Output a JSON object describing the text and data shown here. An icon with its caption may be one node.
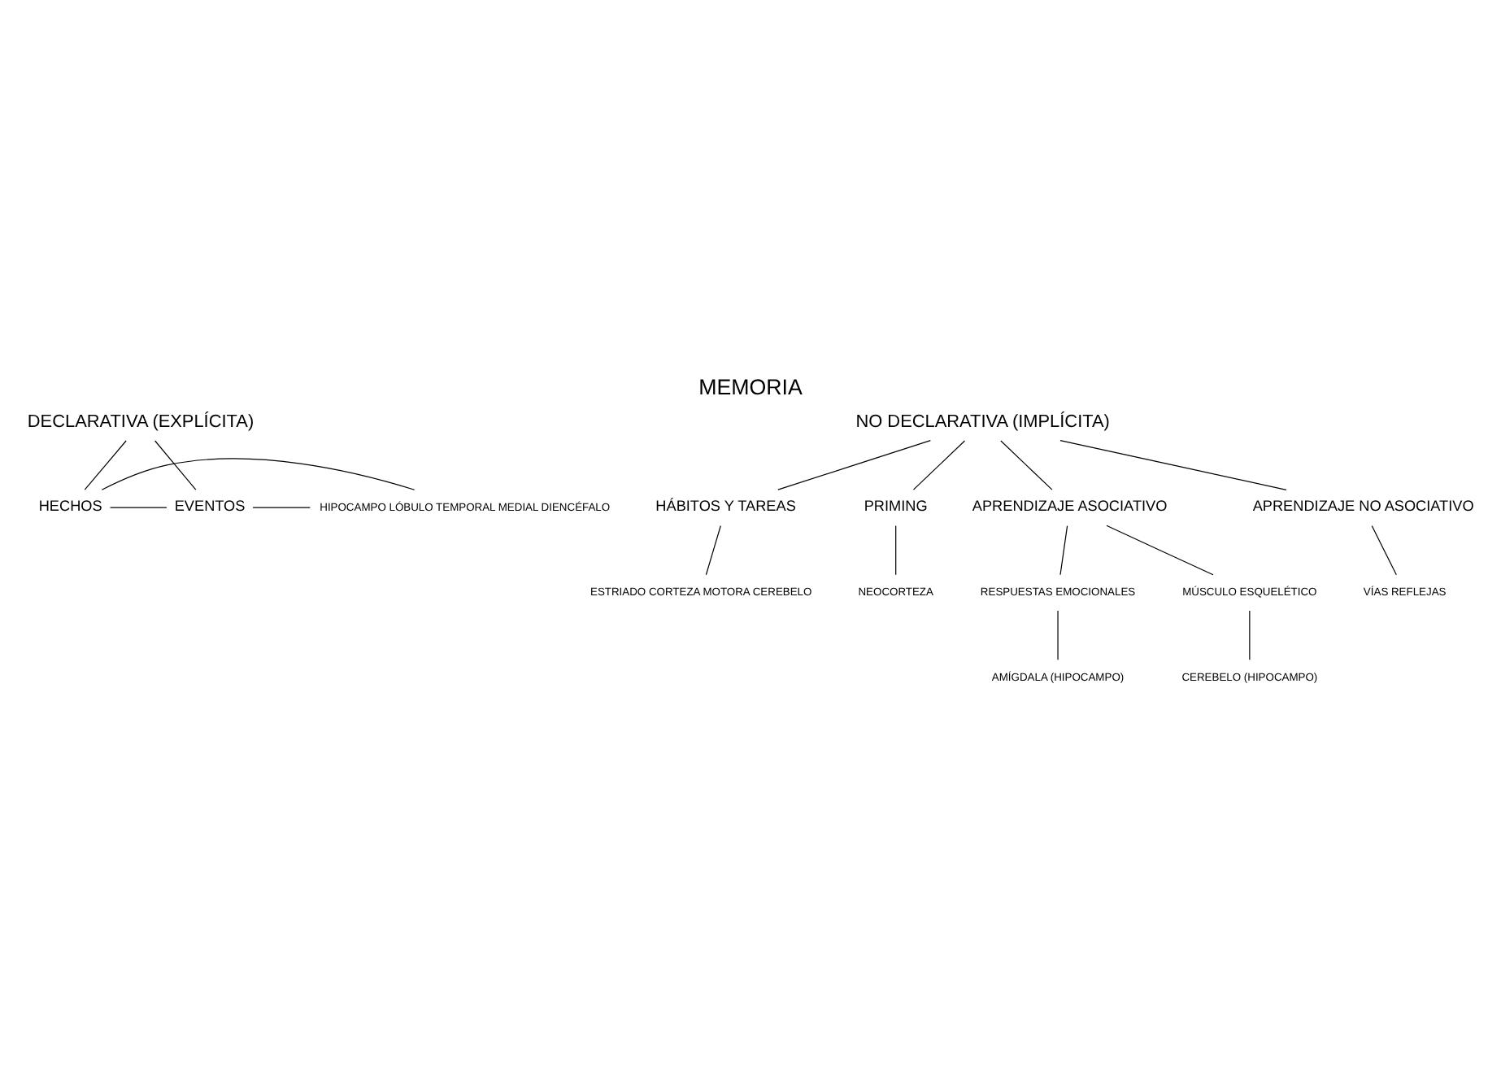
{
  "diagram": {
    "title": "MEMORIA",
    "nodes": [
      {
        "text": [
          "DECLARATIVA (EXPLÍCITA)"
        ]
      },
      {
        "text": [
          "HECHOS"
        ]
      },
      {
        "text": [
          "EVENTOS"
        ]
      },
      {
        "text": [
          "HIPOCAMPO LÓBULO TEMPORAL MEDIAL DIENCÉFALO"
        ]
      },
      {
        "text": [
          "NO DECLARATIVA (IMPLÍCITA)"
        ]
      },
      {
        "text": [
          "HÁBITOS Y TAREAS"
        ]
      },
      {
        "text": [
          "PRIMING"
        ]
      },
      {
        "text": [
          "APRENDIZAJE ASOCIATIVO"
        ]
      },
      {
        "text": [
          "APRENDIZAJE NO ASOCIATIVO"
        ]
      },
      {
        "text": [
          "RESPUESTAS EMOCIONALES"
        ]
      },
      {
        "text": [
          "MÚSCULO ESQUELÉTICO"
        ]
      },
      {
        "text": [
          "ESTRIADO CORTEZA MOTORA CEREBELO"
        ]
      },
      {
        "text": [
          "NEOCORTEZA"
        ]
      },
      {
        "text": [
          "AMÍGDALA (HIPOCAMPO)"
        ]
      },
      {
        "text": [
          "CEREBELO (HIPOCAMPO)"
        ]
      },
      {
        "text": [
          "VÍAS REFLEJAS"
        ]
      }
    ],
    "edges": [
      {
        "from": 0,
        "to": 1,
        "arrow": "none"
      },
      {
        "from": 0,
        "to": 2,
        "arrow": "none"
      },
      {
        "from": 1,
        "to": 2,
        "arrow": "none"
      },
      {
        "from": 1,
        "to": 3,
        "arrow": "none"
      },
      {
        "from": 2,
        "to": 3,
        "arrow": "none"
      },
      {
        "from": 4,
        "to": 5,
        "arrow": "none"
      },
      {
        "from": 4,
        "to": 6,
        "arrow": "none"
      },
      {
        "from": 4,
        "to": 7,
        "arrow": "none"
      },
      {
        "from": 4,
        "to": 8,
        "arrow": "none"
      },
      {
        "from": 7,
        "to": 9,
        "arrow": "none"
      },
      {
        "from": 7,
        "to": 10,
        "arrow": "none"
      },
      {
        "from": 5,
        "to": 11,
        "arrow": "none"
      },
      {
        "from": 6,
        "to": 12,
        "arrow": "none"
      },
      {
        "from": 9,
        "to": 13,
        "arrow": "none"
      },
      {
        "from": 10,
        "to": 14,
        "arrow": "none"
      },
      {
        "from": 8,
        "to": 15,
        "arrow": "none"
      }
    ]
  }
}
